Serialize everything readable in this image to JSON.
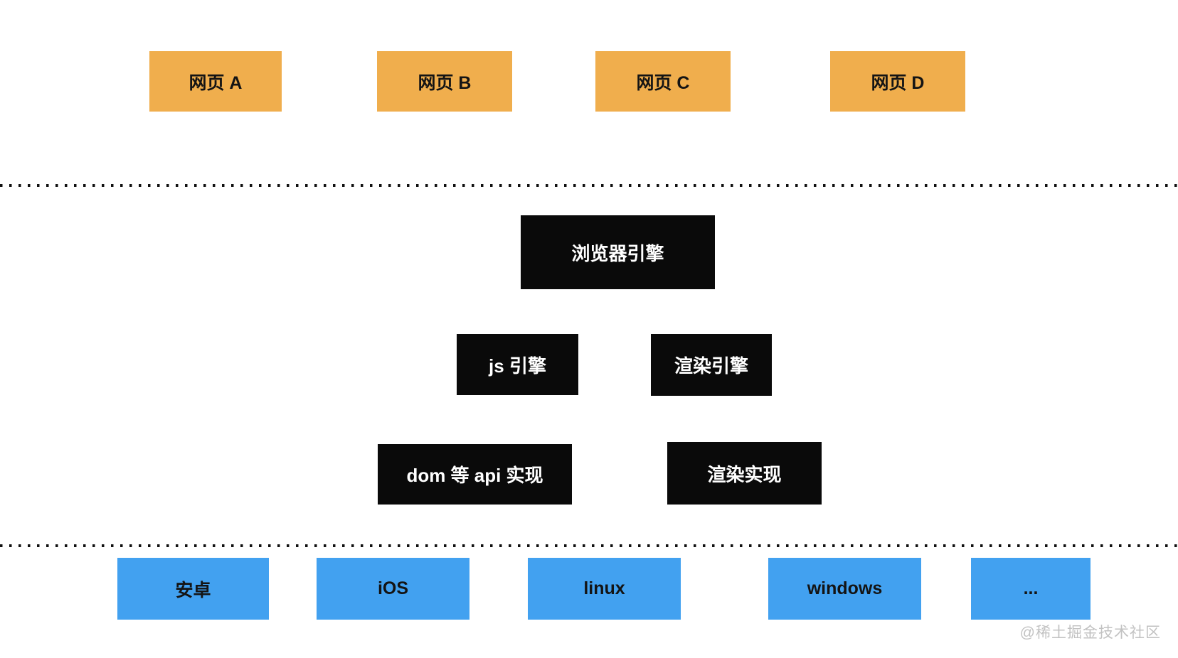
{
  "page": {
    "background": "#FFFFFF"
  },
  "colors": {
    "page_background": "#FFFFFF",
    "webpage_box": "#F0AE4D",
    "platform_box": "#42A1F0",
    "engine_box": "#0A0A0A",
    "engine_text": "#FFFFFF",
    "box_text": "#141414",
    "divider_dots": "#111111",
    "watermark": "#C2C2C2"
  },
  "layers": {
    "web_pages": {
      "items": [
        {
          "label": "网页 A"
        },
        {
          "label": "网页 B"
        },
        {
          "label": "网页 C"
        },
        {
          "label": "网页 D"
        }
      ]
    },
    "browser": {
      "engine_label": "浏览器引擎",
      "sub_engines": [
        {
          "label": "js 引擎"
        },
        {
          "label": "渲染引擎"
        }
      ],
      "implementations": [
        {
          "label": "dom 等 api 实现"
        },
        {
          "label": "渲染实现"
        }
      ]
    },
    "platforms": {
      "items": [
        {
          "label": "安卓"
        },
        {
          "label": "iOS"
        },
        {
          "label": "linux"
        },
        {
          "label": "windows"
        },
        {
          "label": "..."
        }
      ]
    }
  },
  "watermark": {
    "text": "@稀土掘金技术社区"
  }
}
